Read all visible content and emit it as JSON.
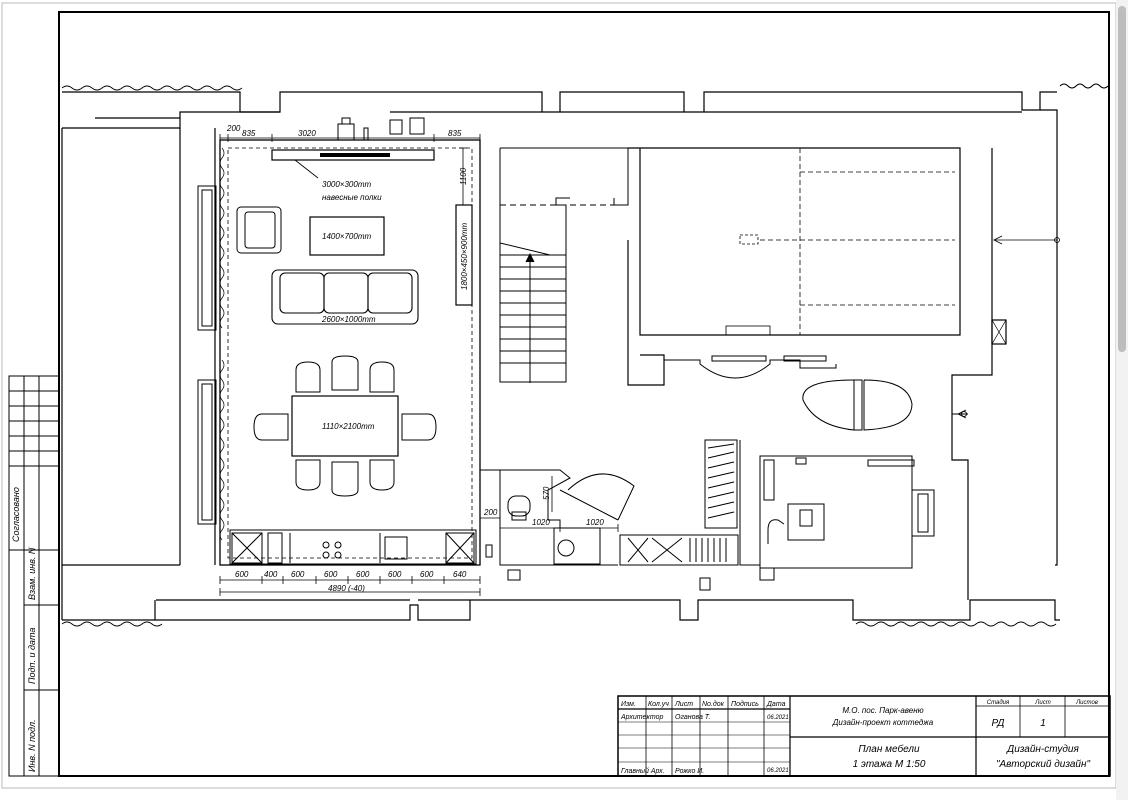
{
  "plan": {
    "dims": {
      "top": [
        "200",
        "835",
        "3020",
        "835"
      ],
      "right_side": "1100",
      "bottom": [
        "600",
        "400",
        "600",
        "600",
        "600",
        "600",
        "600",
        "640"
      ],
      "total": "4890 (-40)",
      "toilet": "570",
      "wall": "200",
      "doors": [
        "1020",
        "1020"
      ]
    },
    "furniture": {
      "shelves_size": "3000×300mm",
      "shelves_label": "навесные полки",
      "coffee_table": "1400×700mm",
      "sofa": "2600×1000mm",
      "dining_table": "1110×2100mm",
      "cabinet": "1800×450×900mm"
    }
  },
  "side_stamp": {
    "agreed": "Согласовано",
    "replace_inv": "Взам. инв. N",
    "sign_date": "Подп. и дата",
    "orig_inv": "Инв. N подл."
  },
  "title_block": {
    "headers": [
      "Изм.",
      "Кол.уч",
      "Лист",
      "No.док",
      "Подпись",
      "Дата"
    ],
    "architect_role": "Архитектор",
    "architect_name": "Оганова Т.",
    "architect_date": "06.2021",
    "chief_role": "Главный Арх.",
    "chief_name": "Рожко И.",
    "chief_date": "06.2021",
    "project_line1": "М.О. пос. Парк-авеню",
    "project_line2": "Дизайн-проект коттеджа",
    "sheet_title1": "План мебели",
    "sheet_title2": "1 этажа М 1:50",
    "stage_label": "Стадия",
    "sheet_label": "Лист",
    "sheets_label": "Листов",
    "stage_value": "РД",
    "sheet_value": "1",
    "studio_line1": "Дизайн-студия",
    "studio_line2": "\"Авторский дизайн\""
  }
}
